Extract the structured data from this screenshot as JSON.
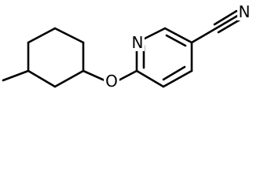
{
  "structure": {
    "atoms": {
      "ring_nitrogen": "N",
      "ether_oxygen": "O",
      "nitrile_nitrogen": "N"
    },
    "colors": {
      "bond": "#000000",
      "label": "#000000",
      "background": "#ffffff"
    }
  }
}
